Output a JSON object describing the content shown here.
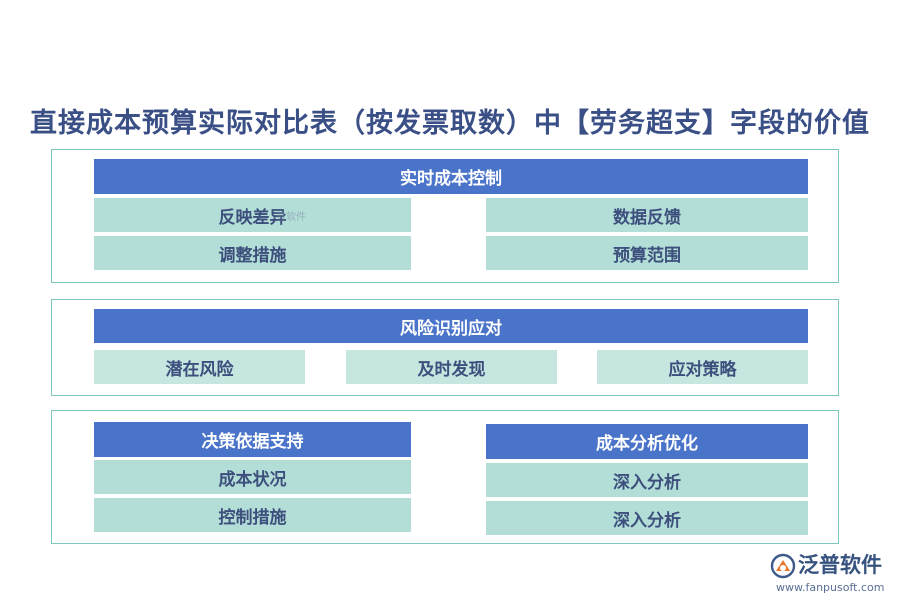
{
  "title": "直接成本预算实际对比表（按发票取数）中【劳务超支】字段的价值",
  "section1": {
    "header": "实时成本控制",
    "left": [
      "反映差异",
      "调整措施"
    ],
    "right": [
      "数据反馈",
      "预算范围"
    ]
  },
  "section2": {
    "header": "风险识别应对",
    "items": [
      "潜在风险",
      "及时发现",
      "应对策略"
    ]
  },
  "section3": {
    "left_header": "决策依据支持",
    "left_items": [
      "成本状况",
      "控制措施"
    ],
    "right_header": "成本分析优化",
    "right_items": [
      "深入分析",
      "深入分析"
    ]
  },
  "watermark": {
    "small": "普软件",
    "logo_text": "泛普软件",
    "logo_url": "www.fanpusoft.com"
  },
  "colors": {
    "header_blue": "#4a74c9",
    "cell_teal": "#b3ded7",
    "panel_border": "#7fc7bd",
    "text_navy": "#3d4f7c"
  }
}
